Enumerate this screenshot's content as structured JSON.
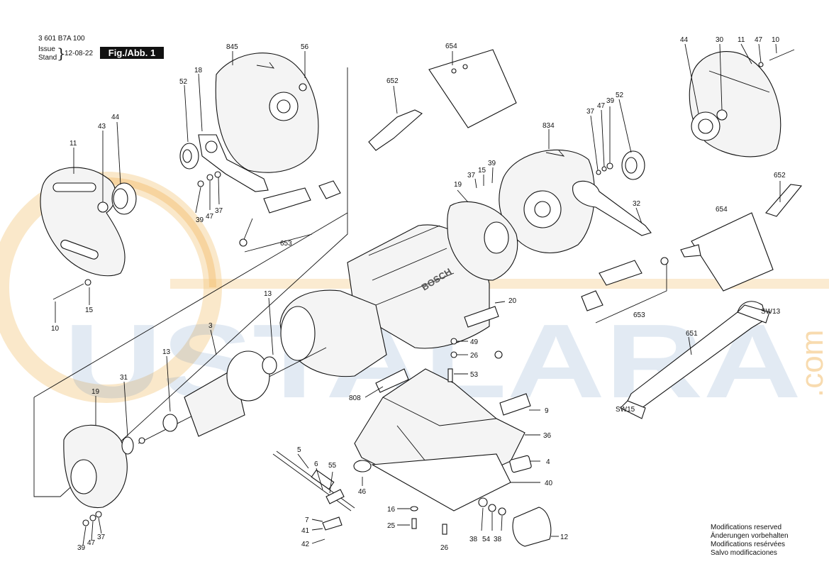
{
  "header": {
    "part_number": "3 601 B7A 100",
    "issue_label": "Issue",
    "stand_label": "Stand",
    "date": "12-08-22",
    "figure": "Fig./Abb. 1"
  },
  "footer_notice": [
    "Modifications reserved",
    "Änderungen vorbehalten",
    "Modifications resérvées",
    "Salvo modificaciones"
  ],
  "watermark": {
    "text": "USTALARA",
    "suffix": ".com",
    "color": "#3a6fb0",
    "ring_color": "#f0b050"
  },
  "brand_on_housing": "BOSCH",
  "callouts": [
    "845",
    "56",
    "18",
    "52",
    "44",
    "43",
    "11",
    "39",
    "47",
    "37",
    "653",
    "15",
    "10",
    "654",
    "652",
    "834",
    "37",
    "47",
    "39",
    "52",
    "44",
    "30",
    "11",
    "47",
    "10",
    "37",
    "15",
    "39",
    "19",
    "32",
    "652",
    "654",
    "653",
    "20",
    "13",
    "3",
    "13",
    "31",
    "19",
    "49",
    "26",
    "53",
    "808",
    "9",
    "36",
    "4",
    "40",
    "651",
    "SW13",
    "SW15",
    "5",
    "6",
    "55",
    "46",
    "7",
    "41",
    "42",
    "16",
    "25",
    "26",
    "38",
    "54",
    "38",
    "12",
    "39",
    "47",
    "37"
  ]
}
